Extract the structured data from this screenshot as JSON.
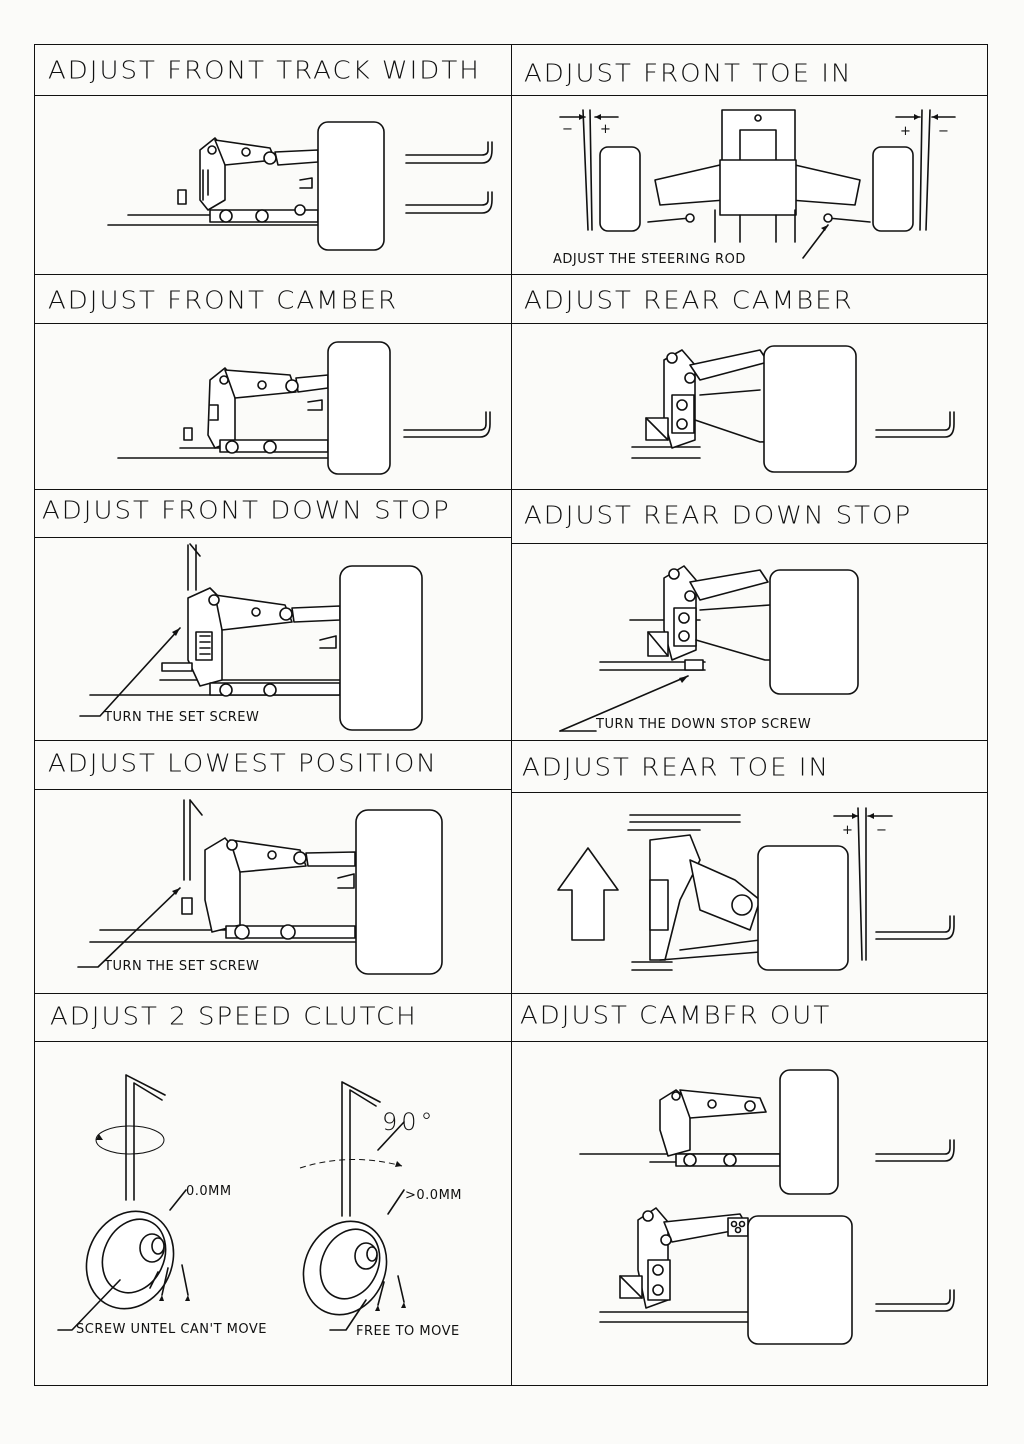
{
  "panels": [
    {
      "id": "front-track-width",
      "title": "ADJUST FRONT TRACK WIDTH"
    },
    {
      "id": "front-toe-in",
      "title": "ADJUST FRONT TOE IN",
      "note": "ADJUST THE STEERING ROD",
      "signs": {
        "minus": "−",
        "plus": "+"
      }
    },
    {
      "id": "front-camber",
      "title": "ADJUST FRONT CAMBER"
    },
    {
      "id": "rear-camber",
      "title": "ADJUST REAR CAMBER"
    },
    {
      "id": "front-down-stop",
      "title": "ADJUST FRONT DOWN STOP",
      "note": "TURN THE SET SCREW"
    },
    {
      "id": "rear-down-stop",
      "title": "ADJUST REAR DOWN STOP",
      "note": "TURN THE DOWN STOP SCREW"
    },
    {
      "id": "lowest-position",
      "title": "ADJUST LOWEST POSITION",
      "note": "TURN THE SET SCREW"
    },
    {
      "id": "rear-toe-in",
      "title": "ADJUST REAR TOE IN",
      "signs": {
        "minus": "−",
        "plus": "+"
      }
    },
    {
      "id": "two-speed-clutch",
      "title": "ADJUST 2 SPEED CLUTCH",
      "note_left": "SCREW UNTEL CAN'T MOVE",
      "note_right": "FREE TO MOVE",
      "gap_left": "0.0MM",
      "gap_right": ">0.0MM",
      "angle": "90°"
    },
    {
      "id": "camber-out",
      "title": "ADJUST CAMBFR OUT"
    }
  ]
}
